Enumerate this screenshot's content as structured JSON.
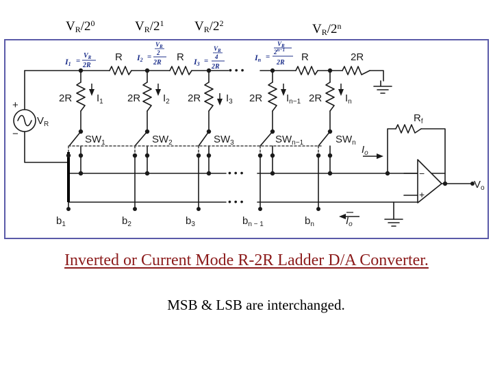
{
  "header_labels": [
    {
      "base": "V",
      "sub": "R",
      "mid": "/2",
      "sup": "0"
    },
    {
      "base": "V",
      "sub": "R",
      "mid": "/2",
      "sup": "1"
    },
    {
      "base": "V",
      "sub": "R",
      "mid": "/2",
      "sup": "2"
    },
    {
      "base": "V",
      "sub": "R",
      "mid": "/2",
      "sup": "n"
    }
  ],
  "circuit": {
    "current_eq": [
      {
        "lhs": "I",
        "lhs_sub": "1",
        "num": "V",
        "num_sub": "R",
        "den": "2R"
      },
      {
        "lhs": "I",
        "lhs_sub": "2",
        "num": "V",
        "num_sub": "R",
        "num_den": "2",
        "den": "2R"
      },
      {
        "lhs": "I",
        "lhs_sub": "3",
        "num": "V",
        "num_sub": "R",
        "num_den": "4",
        "den": "2R"
      },
      {
        "lhs": "I",
        "lhs_sub": "n",
        "num": "V",
        "num_sub": "R",
        "num_den": "2",
        "num_den_sup": "n−1",
        "den": "2R"
      }
    ],
    "series_resistor": "R",
    "term_resistor": "2R",
    "shunt_resistor": "2R",
    "branch_currents": [
      {
        "base": "I",
        "sub": "1"
      },
      {
        "base": "I",
        "sub": "2"
      },
      {
        "base": "I",
        "sub": "3"
      },
      {
        "base": "I",
        "sub": "n−1"
      },
      {
        "base": "I",
        "sub": "n"
      }
    ],
    "switches": [
      {
        "base": "SW",
        "sub": "1"
      },
      {
        "base": "SW",
        "sub": "2"
      },
      {
        "base": "SW",
        "sub": "3"
      },
      {
        "base": "SW",
        "sub": "n−1"
      },
      {
        "base": "SW",
        "sub": "n"
      }
    ],
    "bits": [
      {
        "base": "b",
        "sub": "1"
      },
      {
        "base": "b",
        "sub": "2"
      },
      {
        "base": "b",
        "sub": "3"
      },
      {
        "base": "b",
        "sub": "n − 1"
      },
      {
        "base": "b",
        "sub": "n"
      }
    ],
    "source": {
      "base": "V",
      "sub": "R"
    },
    "feedback": {
      "base": "R",
      "sub": "f"
    },
    "output": {
      "base": "V",
      "sub": "o"
    },
    "out_current": {
      "base": "I",
      "sub": "o"
    },
    "out_current_bar": {
      "base": "I",
      "sub": "o"
    },
    "plus_sign": "+",
    "minus_sign": "−",
    "opamp_minus": "−",
    "opamp_plus": "+",
    "dots": "• • •"
  },
  "title": "Inverted or Current Mode R-2R Ladder D/A Converter.",
  "subtitle": "MSB & LSB are interchanged.",
  "colors": {
    "title": "#8b1a1a",
    "frame": "#5a5aa8",
    "wire": "#1a1a1a",
    "equation": "#1c2f8a"
  }
}
